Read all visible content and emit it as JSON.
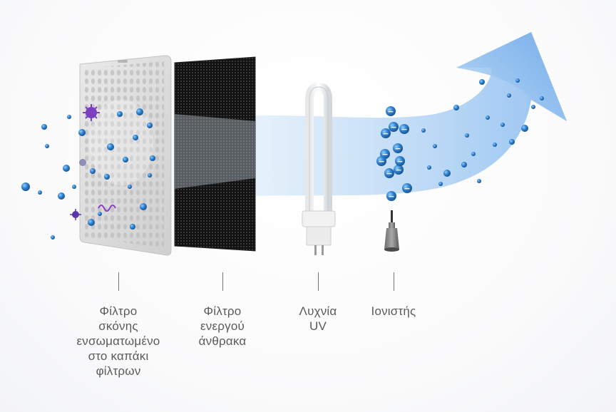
{
  "colors": {
    "airflow": "#9cc8f0",
    "airflow_light": "#e3f0fc",
    "particle": "#2f7fcf",
    "ion": "#1f5fa8",
    "dust_filter": "#d9d9d9",
    "carbon_filter": "#1a1a1a",
    "germ": "#7b3fbf",
    "text": "#5a5a5a"
  },
  "components": [
    {
      "id": "dust-filter",
      "label_lines": [
        "Φίλτρο",
        "σκόνης",
        "ενσωματωμένο",
        "στο καπάκι",
        "φίλτρων"
      ]
    },
    {
      "id": "carbon-filter",
      "label_lines": [
        "Φίλτρο",
        "ενεργού",
        "άνθρακα"
      ]
    },
    {
      "id": "uv-lamp",
      "label_lines": [
        "Λυχνία",
        "UV"
      ]
    },
    {
      "id": "ionizer",
      "label_lines": [
        "Ιονιστής"
      ]
    }
  ],
  "icons": {
    "ion_symbol": "−"
  }
}
